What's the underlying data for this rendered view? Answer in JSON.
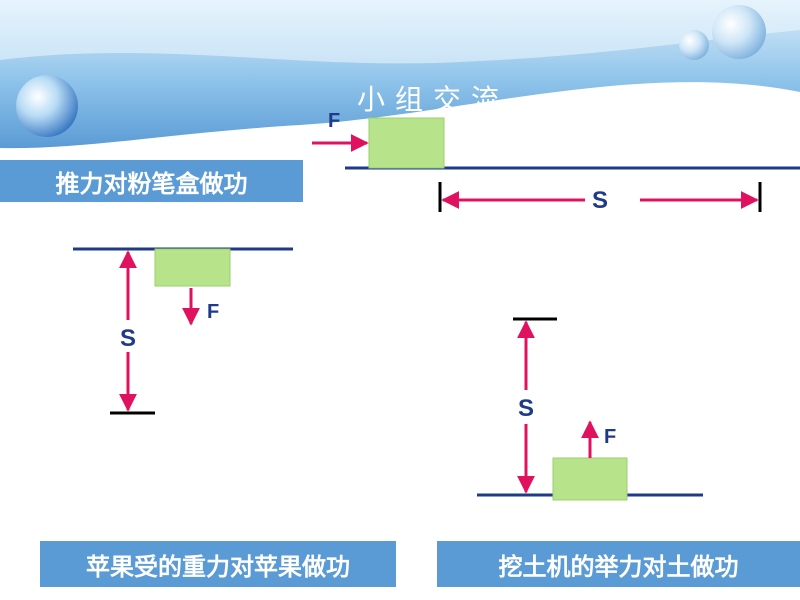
{
  "title": "小组交流",
  "labels": {
    "push": "推力对粉笔盒做功",
    "gravity": "苹果受的重力对苹果做功",
    "lift": "挖土机的举力对土做功"
  },
  "symbols": {
    "force": "F",
    "distance": "S"
  },
  "colors": {
    "banner": "#5b9bd5",
    "box": "#b7e38a",
    "arrow": "#e0115f",
    "line": "#1f3a8a",
    "text": "#1f3a8a"
  }
}
